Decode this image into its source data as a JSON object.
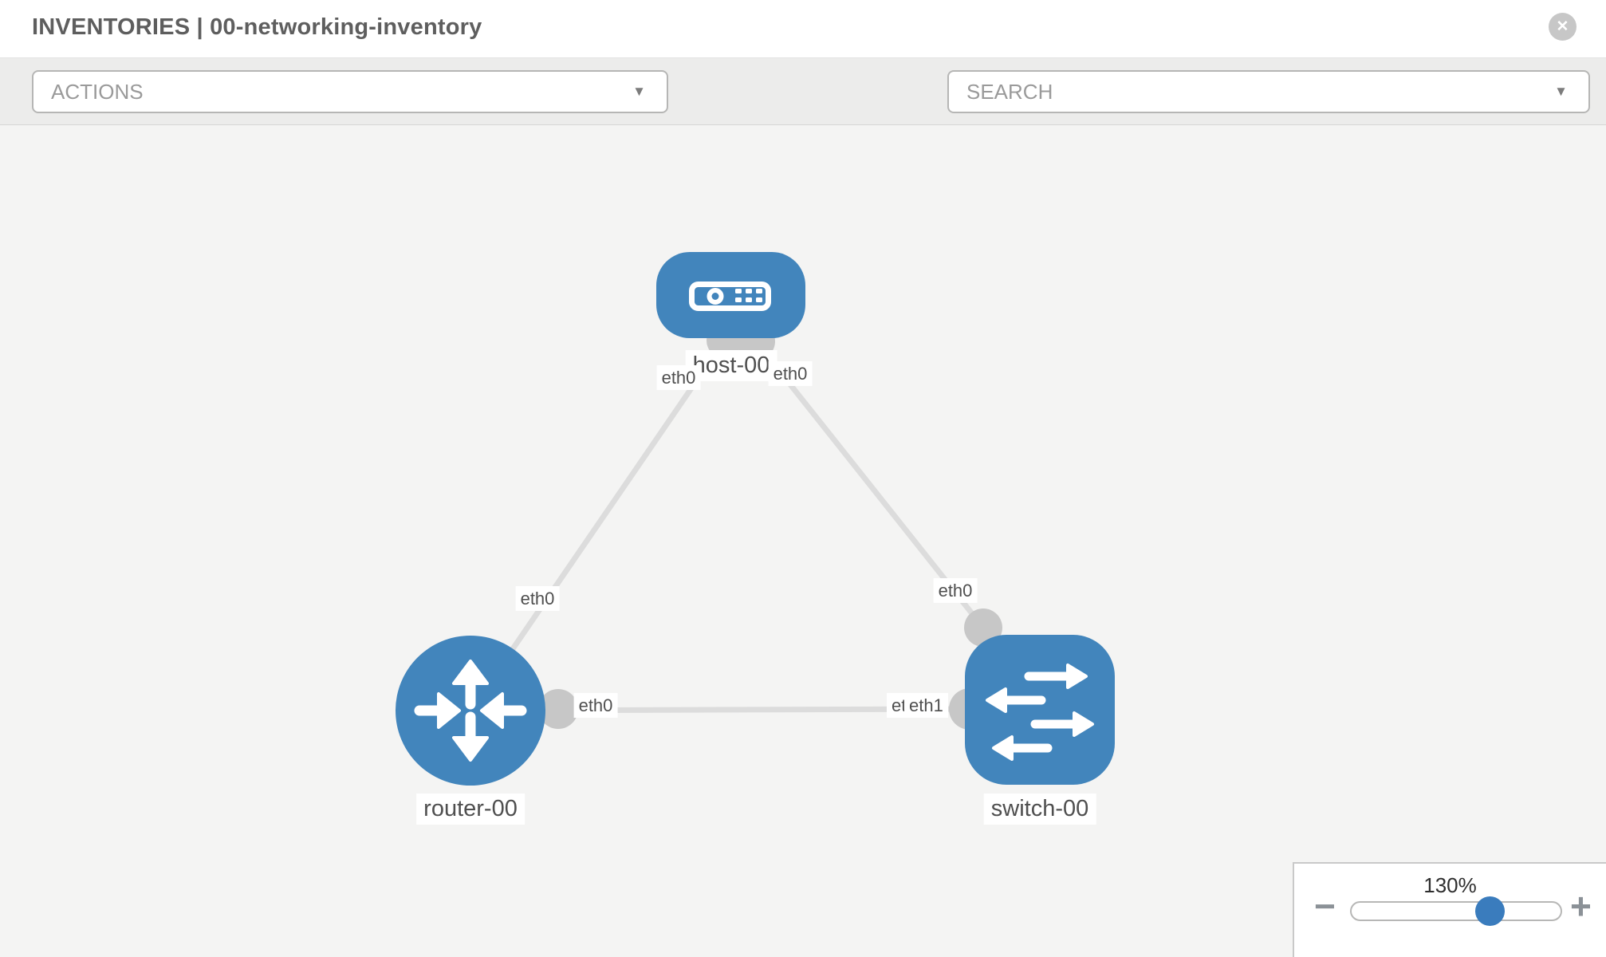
{
  "header": {
    "title": "INVENTORIES | 00-networking-inventory"
  },
  "toolbar": {
    "actions_label": "ACTIONS",
    "search_placeholder": "SEARCH"
  },
  "topology": {
    "nodes": [
      {
        "id": "host-00",
        "type": "host",
        "label": "host-00"
      },
      {
        "id": "router-00",
        "type": "router",
        "label": "router-00"
      },
      {
        "id": "switch-00",
        "type": "switch",
        "label": "switch-00"
      }
    ],
    "labels": {
      "host": "host-00",
      "router": "router-00",
      "switch": "switch-00",
      "host_eth_left": "eth0",
      "host_eth_right": "eth0",
      "link_router_host": "eth0",
      "link_host_switch": "eth0",
      "router_eth_right": "eth0",
      "switch_eth_back": "eth0",
      "switch_eth_front": "eth1"
    },
    "links": [
      {
        "from": "router-00",
        "from_port": "eth0",
        "to": "host-00",
        "to_port": "eth0"
      },
      {
        "from": "host-00",
        "from_port": "eth0",
        "to": "switch-00",
        "to_port": "eth0"
      },
      {
        "from": "router-00",
        "from_port": "eth0",
        "to": "switch-00",
        "to_port": "eth1"
      }
    ]
  },
  "zoom_control": {
    "level": "130%",
    "zoom_out_glyph": "−",
    "zoom_in_glyph": "+"
  },
  "icons": {
    "close_glyph": "✕",
    "caret_glyph": "▼"
  },
  "colors": {
    "node_blue": "#4285bc",
    "slider_thumb_blue": "#3a7cbd",
    "link_gray": "#dcdcdc",
    "port_gray": "#c7c7c7",
    "toolbar_bg": "#ececeb",
    "canvas_bg": "#f4f4f3"
  }
}
